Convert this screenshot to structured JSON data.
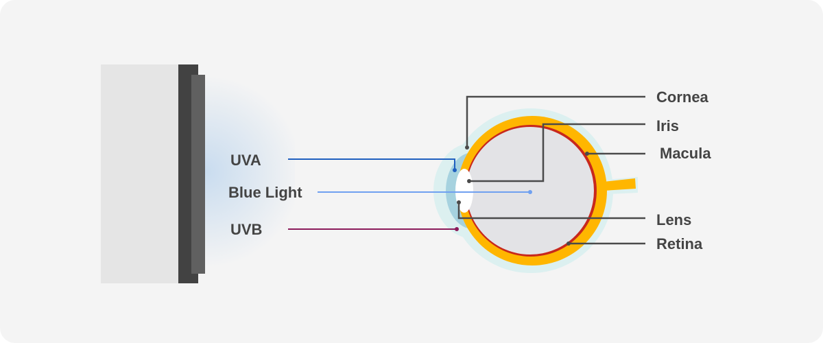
{
  "rays": {
    "uva": {
      "label": "UVA",
      "color": "#1f5fbf"
    },
    "blue_light": {
      "label": "Blue Light",
      "color": "#6fa0f0"
    },
    "uvb": {
      "label": "UVB",
      "color": "#8b1a5a"
    }
  },
  "eye_parts": {
    "cornea": "Cornea",
    "iris": "Iris",
    "macula": "Macula",
    "lens": "Lens",
    "retina": "Retina"
  },
  "colors": {
    "background": "#f4f4f4",
    "leader_line": "#4a4a4a",
    "sclera": "#ffb600",
    "retina": "#c8281c",
    "vitreous": "#e3e3e6",
    "conjunctiva": "#dcf0f0",
    "cornea": "#a6d2df"
  }
}
